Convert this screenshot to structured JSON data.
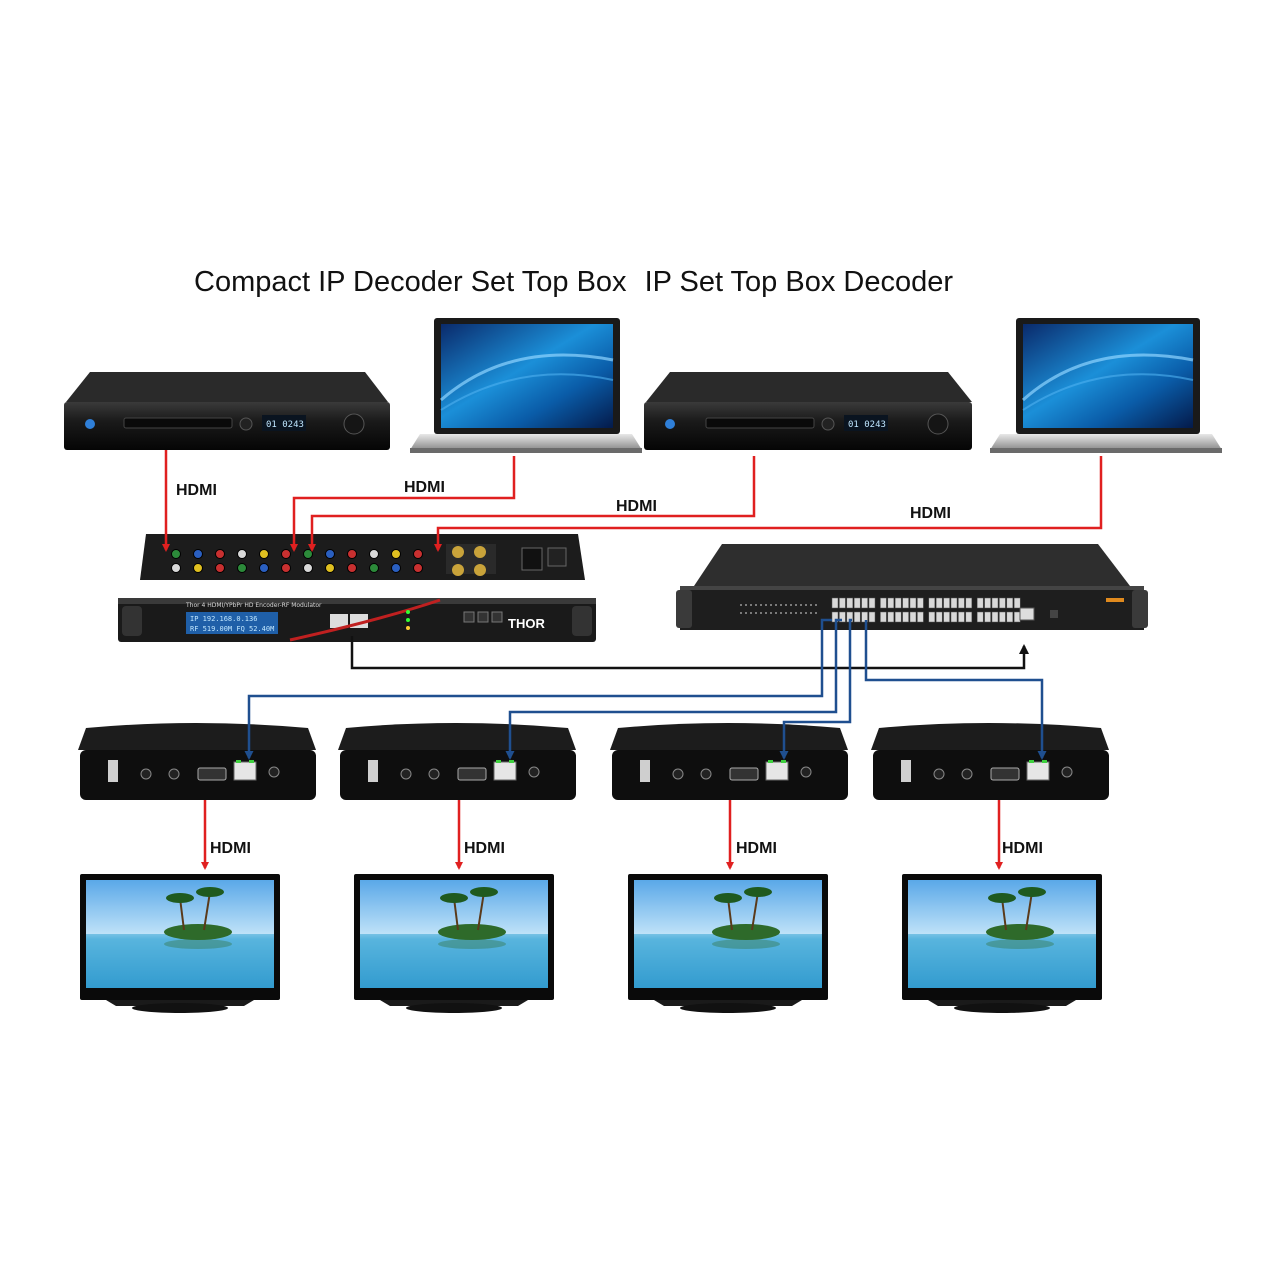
{
  "title_left": "Compact IP Decoder Set Top Box",
  "title_right": "IP Set Top Box Decoder",
  "connection_label": "HDMI",
  "colors": {
    "hdmi_line": "#e02020",
    "ethernet_line": "#1f4f8f",
    "uplink_line": "#111111"
  },
  "encoder": {
    "model_text": "Thor 4 HDMI/YPbPr HD Encoder-RF Modulator",
    "brand": "THOR",
    "lcd_line1": "IP 192.168.0.136",
    "lcd_line2": "RF 519.00M FQ 52.40M"
  },
  "decoder_ports": [
    "USB-4",
    "SPDIF",
    "AV",
    "HD",
    "ETHERNET",
    "5V"
  ]
}
